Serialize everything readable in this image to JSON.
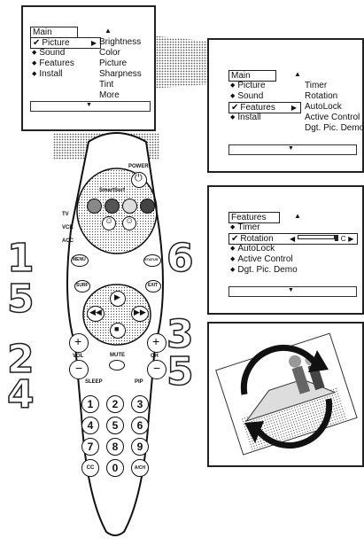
{
  "screen1": {
    "title": "Main",
    "items": [
      {
        "label": "Picture",
        "mark": "check"
      },
      {
        "label": "Sound",
        "mark": "bullet"
      },
      {
        "label": "Features",
        "mark": "bullet"
      },
      {
        "label": "Install",
        "mark": "bullet"
      }
    ],
    "submenu": [
      "Brightness",
      "Color",
      "Picture",
      "Sharpness",
      "Tint",
      "More"
    ]
  },
  "screen2": {
    "title": "Main",
    "items": [
      {
        "label": "Picture",
        "mark": "bullet"
      },
      {
        "label": "Sound",
        "mark": "bullet"
      },
      {
        "label": "Features",
        "mark": "check"
      },
      {
        "label": "Install",
        "mark": "bullet"
      }
    ],
    "submenu": [
      "Timer",
      "Rotation",
      "AutoLock",
      "Active Control",
      "Dgt. Pic. Demo"
    ]
  },
  "screen3": {
    "title": "Features",
    "items": [
      {
        "label": "Timer",
        "mark": "bullet"
      },
      {
        "label": "Rotation",
        "mark": "check"
      },
      {
        "label": "AutoLock",
        "mark": "bullet"
      },
      {
        "label": "Active Control",
        "mark": "bullet"
      },
      {
        "label": "Dgt. Pic. Demo",
        "mark": "bullet"
      }
    ],
    "slider_end": "C"
  },
  "remote": {
    "power_label": "POWER",
    "brand_label": "SmartSurf",
    "side_labels": [
      "TV",
      "VCR",
      "ACC"
    ],
    "menu_left_label": "MENU",
    "menu_right_label": "STATUS",
    "small_left": "SURF",
    "small_right": "EXIT",
    "vol_label": "VOL",
    "ch_label": "CH",
    "mute_label": "MUTE",
    "sleep_label": "SLEEP",
    "pip_label": "PIP",
    "a_ch_label": "A/CH",
    "cc_label": "CC",
    "digits": [
      "1",
      "2",
      "3",
      "4",
      "5",
      "6",
      "7",
      "8",
      "9",
      "CC",
      "0",
      "A/CH"
    ],
    "step_badges": [
      "1",
      "5",
      "2",
      "4",
      "6",
      "3",
      "5"
    ]
  }
}
